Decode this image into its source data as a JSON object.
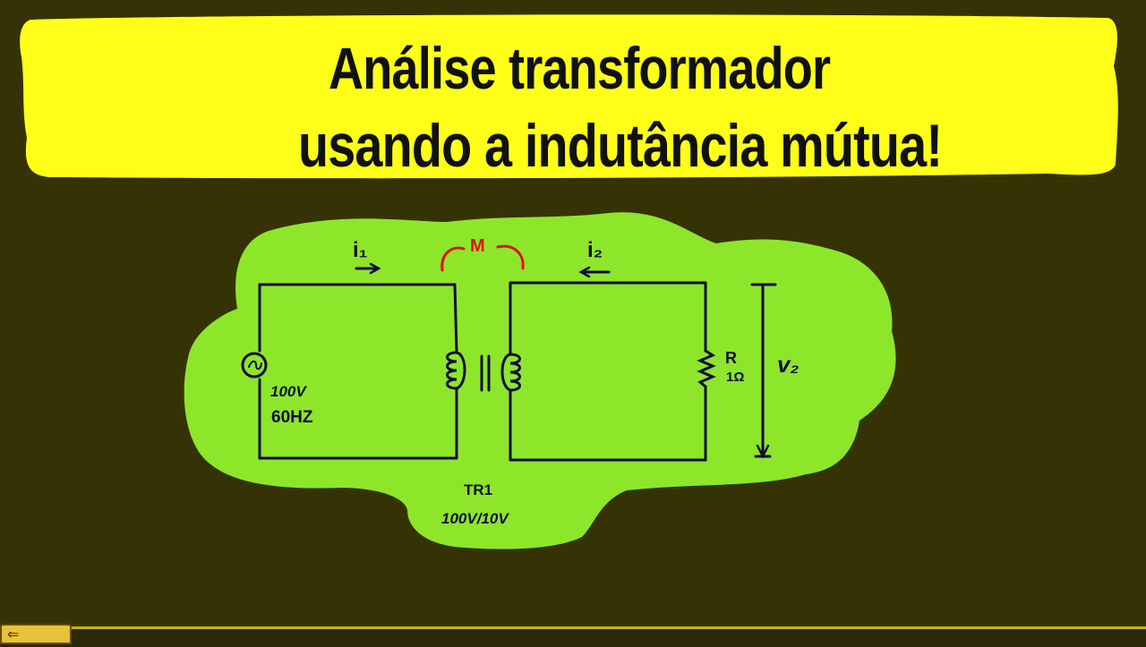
{
  "title": {
    "line1": "Análise transformador",
    "line2": "usando a indutância mútua!"
  },
  "circuit": {
    "current1": "i₁",
    "current2": "i₂",
    "mutual": "M",
    "source_voltage": "100V",
    "source_freq": "60HZ",
    "source_symbol": "~",
    "resistor_name": "R",
    "resistor_value": "1Ω",
    "output_voltage": "v₂",
    "transformer_name": "TR1",
    "transformer_ratio": "100V/10V"
  },
  "colors": {
    "banner": "#ffff1a",
    "board": "#353305",
    "highlight": "#8ee62a",
    "ink": "#0c0c3a",
    "mutual": "#e01010"
  },
  "icons": {
    "corner": "back-arrow-icon"
  }
}
